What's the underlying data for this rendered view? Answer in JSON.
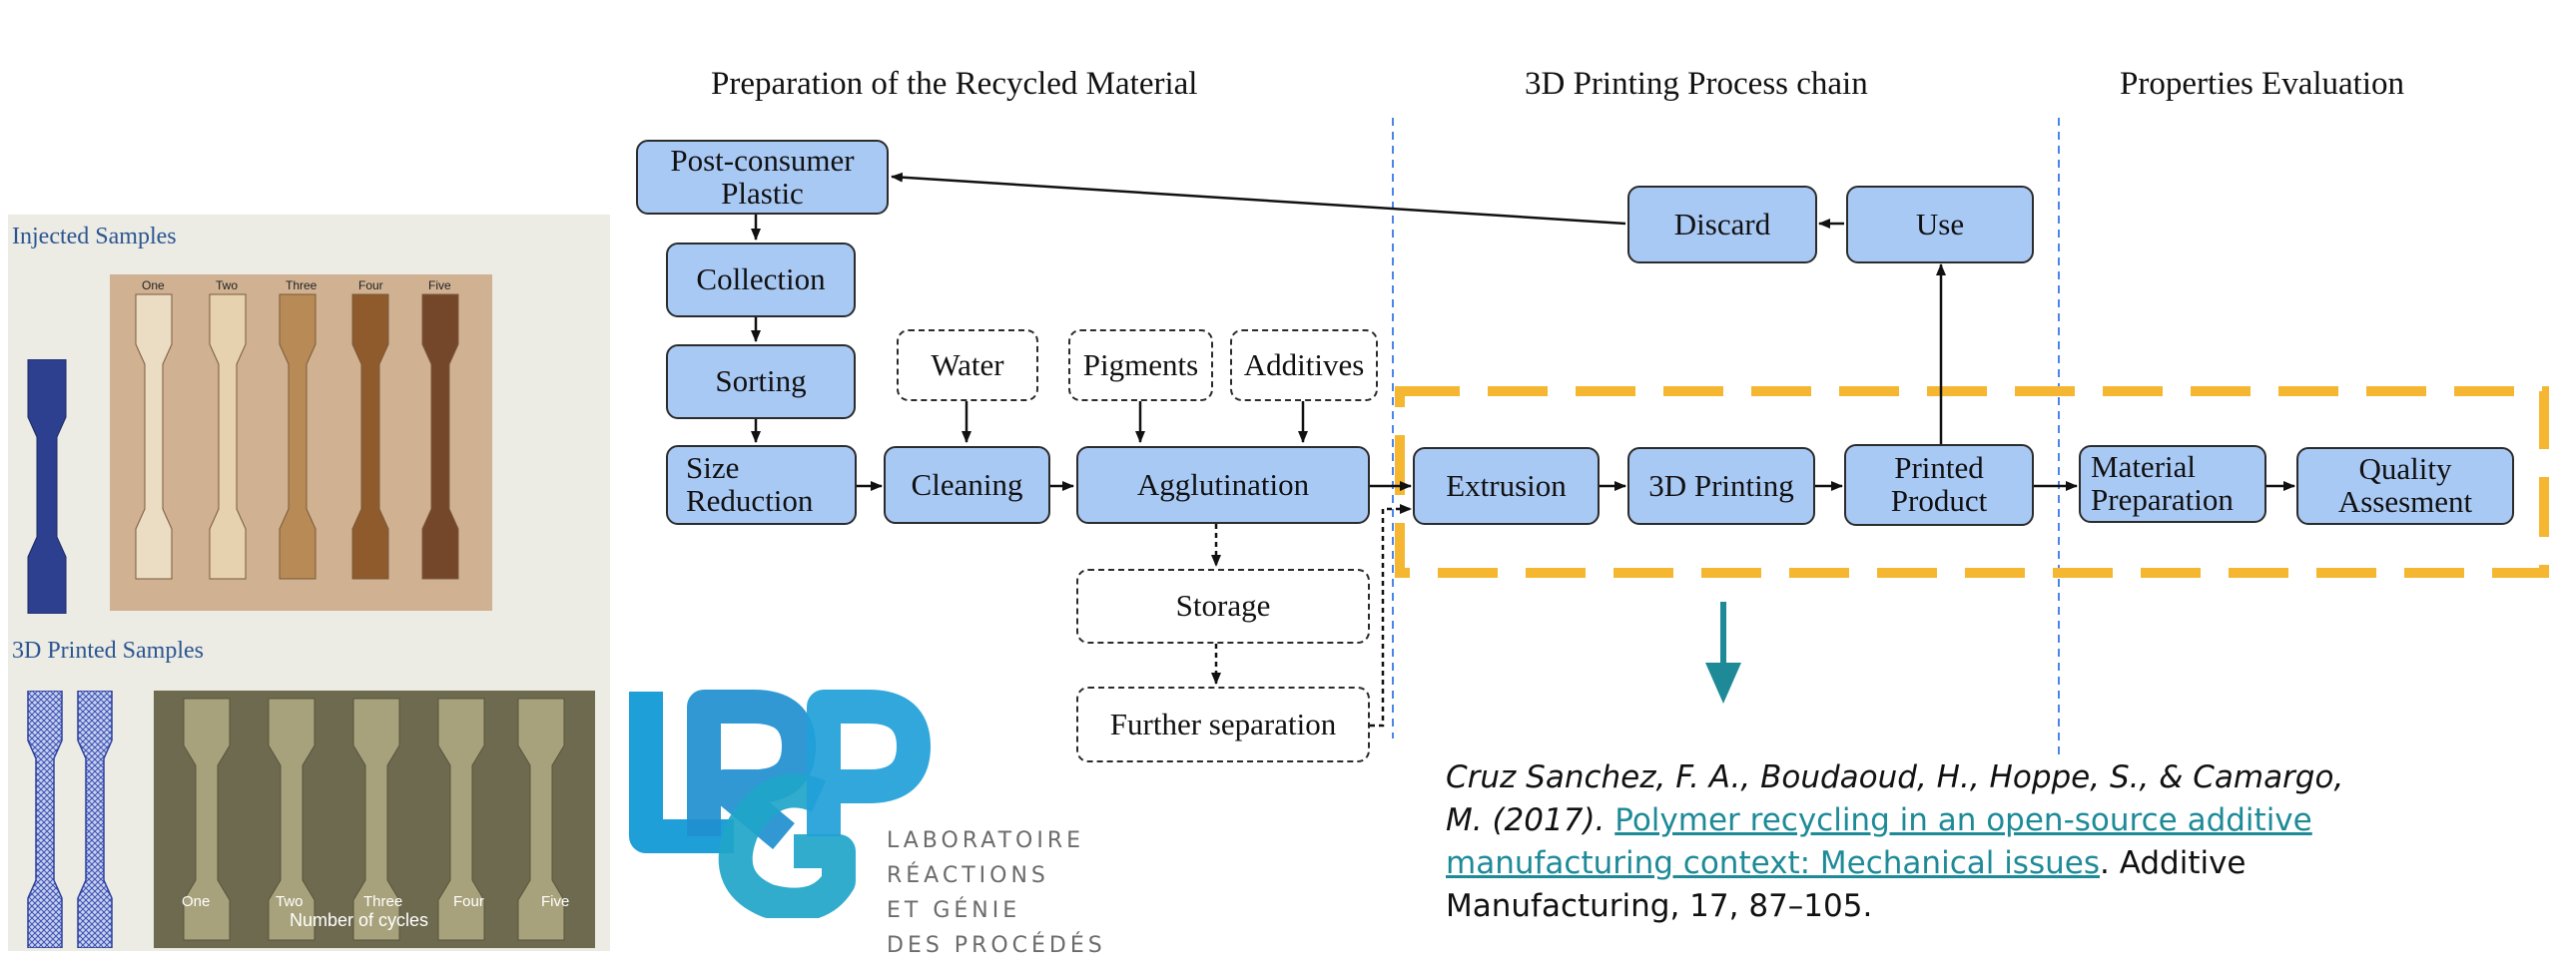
{
  "samples": {
    "injected_title": "Injected Samples",
    "injected_labels": [
      "One",
      "Two",
      "Three",
      "Four",
      "Five"
    ],
    "printed_title": "3D Printed Samples",
    "printed_labels": [
      "One",
      "Two",
      "Three",
      "Four",
      "Five"
    ],
    "printed_caption": "Number of cycles"
  },
  "diagram": {
    "sections": {
      "prep": "Preparation of the Recycled Material",
      "printing": "3D Printing Process chain",
      "properties": "Properties Evaluation"
    },
    "nodes": {
      "post_consumer_1": "Post-consumer",
      "post_consumer_2": "Plastic",
      "collection": "Collection",
      "sorting": "Sorting",
      "size_1": "Size",
      "size_2": "Reduction",
      "cleaning": "Cleaning",
      "water": "Water",
      "pigments": "Pigments",
      "additives": "Additives",
      "agglutination": "Agglutination",
      "storage": "Storage",
      "further_separation": "Further separation",
      "extrusion": "Extrusion",
      "printing": "3D Printing",
      "printed_1": "Printed",
      "printed_2": "Product",
      "use": "Use",
      "discard": "Discard",
      "material_1": "Material",
      "material_2": "Preparation",
      "quality_1": "Quality",
      "quality_2": "Assesment"
    },
    "colors": {
      "node_fill": "#a9c9f5",
      "highlight": "#f5b731",
      "divider": "#4a86e8",
      "arrow_teal": "#1e8a98"
    }
  },
  "logo": {
    "letters": "LRGP",
    "line1": "LABORATOIRE",
    "line2": "RÉACTIONS",
    "line3": "ET GÉNIE",
    "line4": "DES PROCÉDÉS",
    "color": "#1f9fd8"
  },
  "citation": {
    "authors": "Cruz Sanchez, F. A., Boudaoud, H., Hoppe, S., & Camargo, M. (2017).",
    "title_link": "Polymer recycling in an open-source additive manufacturing context: Mechanical issues",
    "rest": ". Additive Manufacturing, 17, 87–105."
  }
}
